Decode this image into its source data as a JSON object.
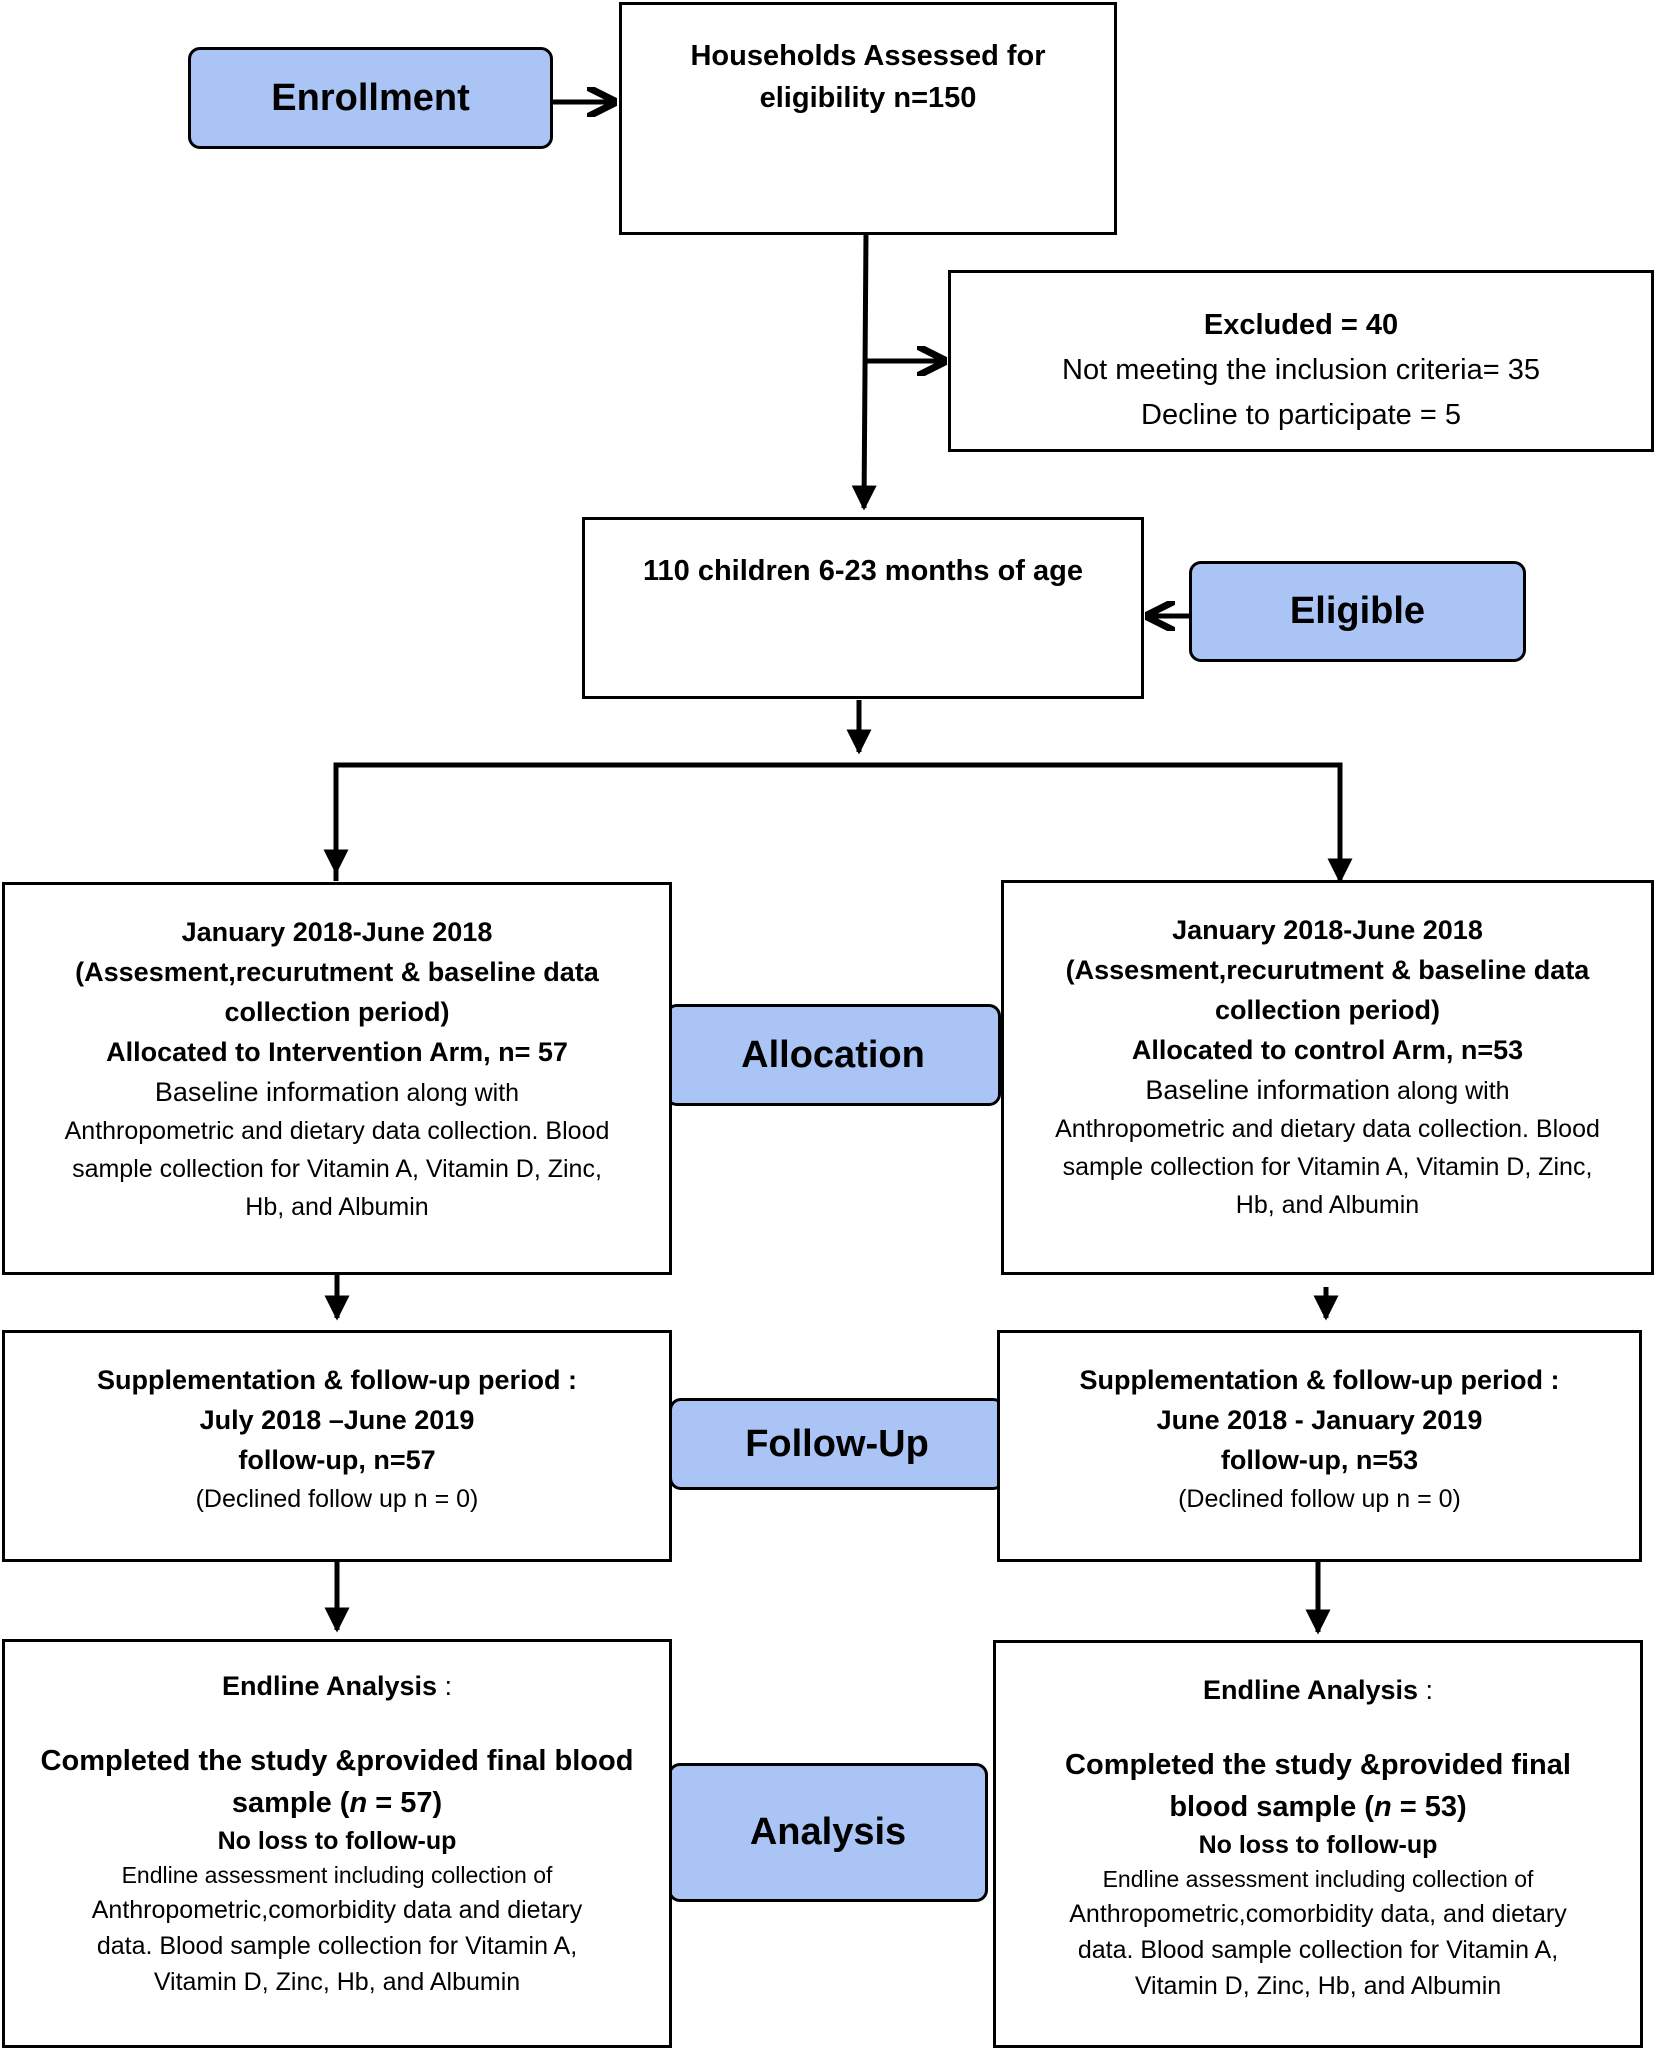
{
  "stages": {
    "enrollment": "Enrollment",
    "eligible": "Eligible",
    "allocation": "Allocation",
    "followup": "Follow-Up",
    "analysis": "Analysis"
  },
  "assessed": {
    "line1": "Households Assessed for",
    "line2": "eligibility n=150"
  },
  "excluded": {
    "title": "Excluded = 40",
    "reason1": "Not meeting the inclusion criteria= 35",
    "reason2": "Decline to participate = 5"
  },
  "eligible_box": {
    "text": "110 children 6-23 months of age"
  },
  "allocation": {
    "left": {
      "period": "January 2018-June 2018",
      "desc1": "(Assesment,recurutment & baseline data",
      "desc2": "collection period)",
      "arm_bold": "Allocated to Intervention Arm",
      "arm_count": ", n= 57",
      "info1_a": "Baseline information",
      "info1_b": " along with",
      "info2": "Anthropometric and dietary data collection. Blood",
      "info3": "sample collection for Vitamin A, Vitamin D, Zinc,",
      "info4": "Hb, and Albumin"
    },
    "right": {
      "period": "January 2018-June 2018",
      "desc1": "(Assesment,recurutment & baseline data",
      "desc2": "collection period)",
      "arm_bold": "Allocated to control Arm",
      "arm_count": ", n=53",
      "info1_a": "Baseline information",
      "info1_b": " along with",
      "info2": "Anthropometric and dietary data collection. Blood",
      "info3": "sample collection for Vitamin A, Vitamin D, Zinc,",
      "info4": "Hb, and Albumin"
    }
  },
  "followup": {
    "left": {
      "title": "Supplementation & follow-up period :",
      "period": "July 2018 –June 2019",
      "count": "follow-up, n=57",
      "declined": "(Declined follow up n = 0)"
    },
    "right": {
      "title": "Supplementation & follow-up period :",
      "period": "June 2018 - January 2019",
      "count": "follow-up, n=53",
      "declined": "(Declined follow up n = 0)"
    }
  },
  "analysis": {
    "left": {
      "title": "Endline Analysis",
      "colon": " :",
      "completed1": "Completed the study &provided final blood",
      "completed2_a": "sample  (",
      "completed2_n": "n",
      "completed2_b": " = 57)",
      "noloss": "No loss to follow-up",
      "end1": "Endline assessment including collection of",
      "end2": "Anthropometric,comorbidity data and dietary",
      "end3": "data. Blood sample collection for Vitamin A,",
      "end4": "Vitamin D, Zinc, Hb, and Albumin"
    },
    "right": {
      "title": "Endline Analysis",
      "colon": " :",
      "completed1": "Completed the study &provided final",
      "completed2_a": "blood sample  (",
      "completed2_n": "n",
      "completed2_b": " = 53)",
      "noloss": "No loss to follow-up",
      "end1": "Endline assessment including collection of",
      "end2": "Anthropometric,comorbidity data, and dietary",
      "end3": "data. Blood sample collection for Vitamin A,",
      "end4": "Vitamin D, Zinc, Hb, and Albumin"
    }
  }
}
